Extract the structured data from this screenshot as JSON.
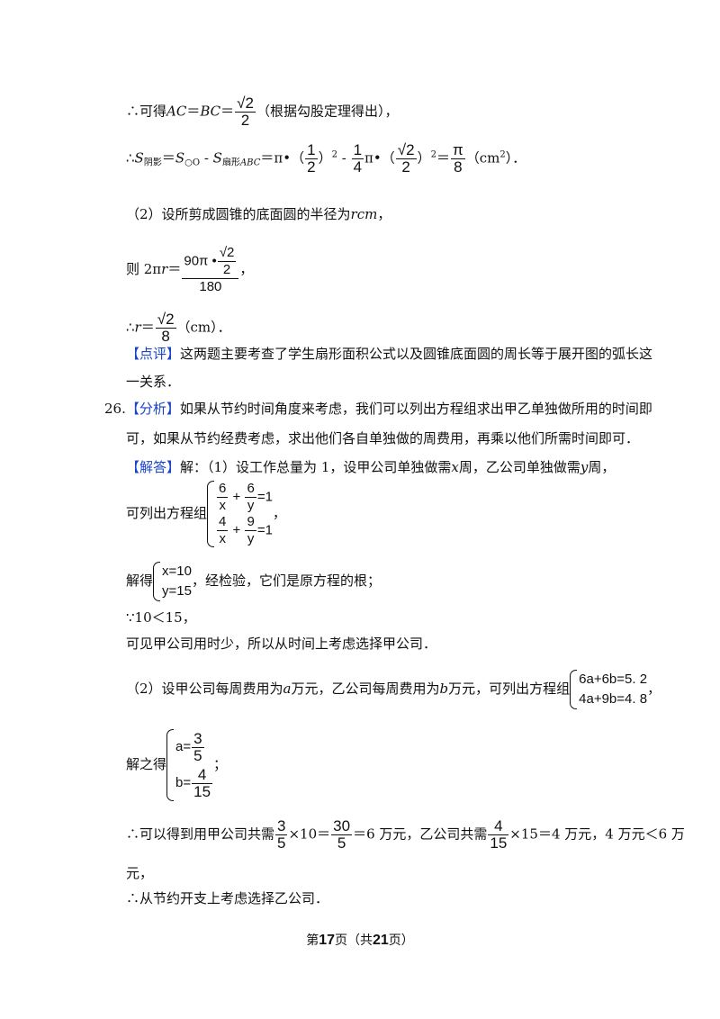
{
  "lines": {
    "l1_prefix": "∴可得",
    "l1_ac": "AC",
    "l1_eq": "＝",
    "l1_bc": "BC",
    "l1_sqrt": "√2",
    "l1_den": "2",
    "l1_note": "（根据勾股定理得出），",
    "l2_prefix": "∴",
    "l2_S": "S",
    "l2_sub1": "阴影",
    "l2_eq1": "＝",
    "l2_sub2": "○O",
    "l2_minus1": " - ",
    "l2_sub3": "扇形",
    "l2_abc": "ABC",
    "l2_eq2": "＝π•（",
    "l2_f1n": "1",
    "l2_f1d": "2",
    "l2_close1": "）",
    "l2_sq1": "2",
    "l2_minus2": " - ",
    "l2_f2n": "1",
    "l2_f2d": "4",
    "l2_pi": "π•（",
    "l2_f3n": "√2",
    "l2_f3d": "2",
    "l2_close2": "）",
    "l2_sq2": "2",
    "l2_eq3": "＝",
    "l2_f4n": "π",
    "l2_f4d": "8",
    "l2_unit": "（cm",
    "l2_unitsup": "2",
    "l2_end": "）．",
    "l3": "（2）设所剪成圆锥的底面圆的半径为",
    "l3_r": "rcm",
    "l3_end": "，",
    "l4_prefix": "则 2π",
    "l4_r": "r",
    "l4_eq": "＝",
    "l4_num": "90π •",
    "l4_num2n": "√2",
    "l4_num2d": "2",
    "l4_den": "180",
    "l4_end": "，",
    "l5_prefix": "∴",
    "l5_r": "r",
    "l5_eq": "＝",
    "l5_n": "√2",
    "l5_d": "8",
    "l5_unit": "（cm）．",
    "l6_tag": "【点评】",
    "l6_text": "这两题主要考查了学生扇形面积公式以及圆锥底面圆的周长等于展开图的弧长这",
    "l7": "一关系．",
    "l8_num": "26.",
    "l8_tag": "【分析】",
    "l8_text": "如果从节约时间角度来考虑，我们可以列出方程组求出甲乙单独做所用的时间即",
    "l9": "可，如果从节约经费考虑，求出他们各自单独做的周费用，再乘以他们所需时间即可．",
    "l10_tag": "【解答】",
    "l10_text": "解：（1）设工作总量为 1，设甲公司单独做需",
    "l10_x": "x",
    "l10_mid": "周，乙公司单独做需",
    "l10_y": "y",
    "l10_end": "周，",
    "l11_prefix": "可列出方程组",
    "sys1": {
      "r1a_n": "6",
      "r1a_d": "x",
      "r1_plus": "+",
      "r1b_n": "6",
      "r1b_d": "y",
      "r1_eq": "=1",
      "r2a_n": "4",
      "r2a_d": "x",
      "r2_plus": "+",
      "r2b_n": "9",
      "r2b_d": "y",
      "r2_eq": "=1"
    },
    "l11_end": "，",
    "l12_prefix": "解得",
    "sys2": {
      "r1": "x=10",
      "r2": "y=15"
    },
    "l12_text": "，经检验，它们是原方程的根；",
    "l13": "∵10＜15，",
    "l14": "可见甲公司用时少，所以从时间上考虑选择甲公司．",
    "l15_a": "（2）设甲公司每周费用为",
    "l15_av": "a",
    "l15_b": "万元，乙公司每周费用为",
    "l15_bv": "b",
    "l15_c": "万元，可列出方程组",
    "sys3": {
      "r1": "6a+6b=5. 2",
      "r2": "4a+9b=4. 8"
    },
    "l15_end": "，",
    "l16_prefix": "解之得",
    "sys4": {
      "r1_l": "a=",
      "r1_n": "3",
      "r1_d": "5",
      "r2_l": "b=",
      "r2_n": "4",
      "r2_d": "15"
    },
    "l16_end": "；",
    "l17_a": "∴可以得到用甲公司共需",
    "l17_f1n": "3",
    "l17_f1d": "5",
    "l17_b": "×10＝",
    "l17_f2n": "30",
    "l17_f2d": "5",
    "l17_c": "＝6 万元，乙公司共需",
    "l17_f3n": "4",
    "l17_f3d": "15",
    "l17_d": "×15＝4 万元，4 万元＜6 万",
    "l18": "元，",
    "l19": "∴从节约开支上考虑选择乙公司．"
  },
  "footer": {
    "pre": "第",
    "page": "17",
    "mid": "页（共",
    "total": "21",
    "post": "页）"
  },
  "colors": {
    "tag": "#1a44c8",
    "text": "#111111"
  }
}
